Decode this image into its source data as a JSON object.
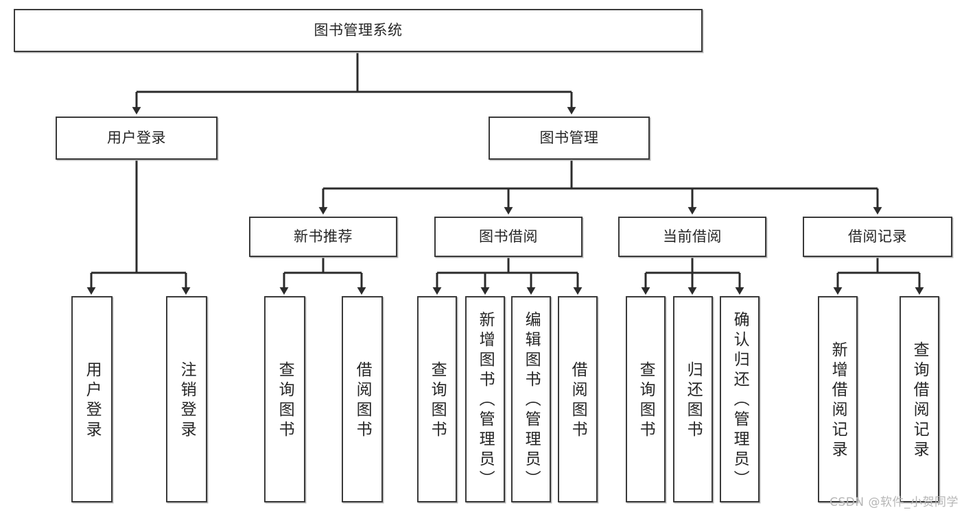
{
  "diagram": {
    "title": "图书管理系统",
    "type": "tree-hierarchy",
    "orientation": "top-down",
    "watermark": "CSDN @软件_小贺同学",
    "colors": {
      "box_border": "#3a3a3a",
      "box_fill": "#ffffff",
      "box_shadow": "#b9b9b9",
      "connector": "#2b2b2b",
      "text": "#262626",
      "watermark": "#b6b6b6",
      "background": "#ffffff"
    },
    "root": {
      "label": "图书管理系统"
    },
    "level2": [
      {
        "label": "用户登录"
      },
      {
        "label": "图书管理"
      }
    ],
    "level3": [
      {
        "label": "新书推荐"
      },
      {
        "label": "图书借阅"
      },
      {
        "label": "当前借阅"
      },
      {
        "label": "借阅记录"
      }
    ],
    "leaves": {
      "user_login": [
        {
          "label": "用户登录"
        },
        {
          "label": "注销登录"
        }
      ],
      "new_book_recommend": [
        {
          "label": "查询图书"
        },
        {
          "label": "借阅图书"
        }
      ],
      "book_borrow": [
        {
          "label": "查询图书"
        },
        {
          "label": "新增图书（管理员）"
        },
        {
          "label": "编辑图书（管理员）"
        },
        {
          "label": "借阅图书"
        }
      ],
      "current_borrow": [
        {
          "label": "查询图书"
        },
        {
          "label": "归还图书"
        },
        {
          "label": "确认归还（管理员）"
        }
      ],
      "borrow_record": [
        {
          "label": "新增借阅记录"
        },
        {
          "label": "查询借阅记录"
        }
      ]
    }
  }
}
